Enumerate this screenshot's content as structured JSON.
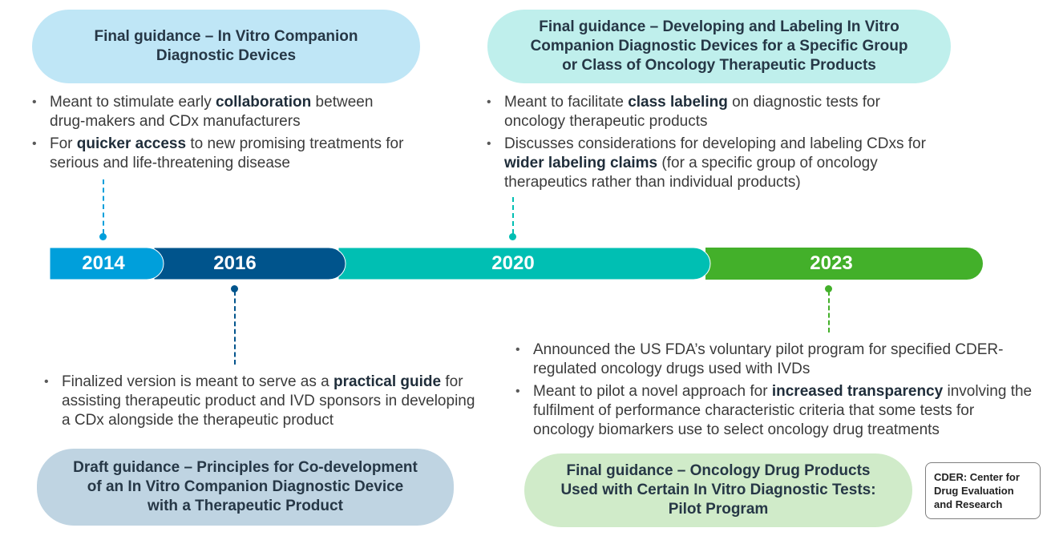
{
  "timeline": {
    "segments": [
      {
        "year": "2014",
        "color": "#009fdb"
      },
      {
        "year": "2016",
        "color": "#00548c"
      },
      {
        "year": "2020",
        "color": "#00bfb3"
      },
      {
        "year": "2023",
        "color": "#43b02a"
      }
    ]
  },
  "events": {
    "e2014": {
      "title": [
        "Final guidance – In Vitro Companion",
        "Diagnostic Devices"
      ],
      "color": "#bfe6f6",
      "bullets": [
        {
          "pre": "Meant to stimulate early ",
          "bold": "collaboration",
          "post": " between drug-makers and CDx manufacturers"
        },
        {
          "pre": "For ",
          "bold": "quicker access",
          "post": " to new promising treatments for serious and life-threatening disease"
        }
      ]
    },
    "e2016": {
      "title": [
        "Draft guidance – Principles for Co-development",
        "of an In Vitro Companion Diagnostic Device",
        "with a Therapeutic Product"
      ],
      "color": "#bfd4e2",
      "bullets": [
        {
          "pre": "Finalized version is meant to serve as a ",
          "bold": "practical guide",
          "post": " for assisting therapeutic product and IVD sponsors in developing a CDx alongside the therapeutic product"
        }
      ]
    },
    "e2020": {
      "title": [
        "Final guidance – Developing and Labeling In Vitro",
        "Companion Diagnostic Devices for a Specific Group",
        "or Class of Oncology Therapeutic Products"
      ],
      "color": "#bfefec",
      "bullets": [
        {
          "pre": "Meant to facilitate ",
          "bold": "class labeling",
          "post": " on diagnostic tests for oncology therapeutic products"
        },
        {
          "pre": "Discusses considerations for developing and labeling CDxs for ",
          "bold": "wider labeling claims",
          "post": " (for a specific group of oncology therapeutics rather than individual products)"
        }
      ]
    },
    "e2023": {
      "title": [
        "Final guidance – Oncology Drug Products",
        "Used with Certain In Vitro Diagnostic Tests:",
        "Pilot Program"
      ],
      "color": "#d0ebc9",
      "bullets": [
        {
          "pre": "Announced the US FDA’s voluntary pilot program for specified CDER-regulated oncology drugs used with IVDs",
          "bold": "",
          "post": ""
        },
        {
          "pre": "Meant to pilot a novel approach for ",
          "bold": "increased transparency",
          "post": " involving the fulfilment of performance characteristic criteria that some tests for oncology biomarkers use to select oncology drug treatments"
        }
      ]
    }
  },
  "note": [
    "CDER: Center for",
    "Drug Evaluation",
    "and Research"
  ]
}
